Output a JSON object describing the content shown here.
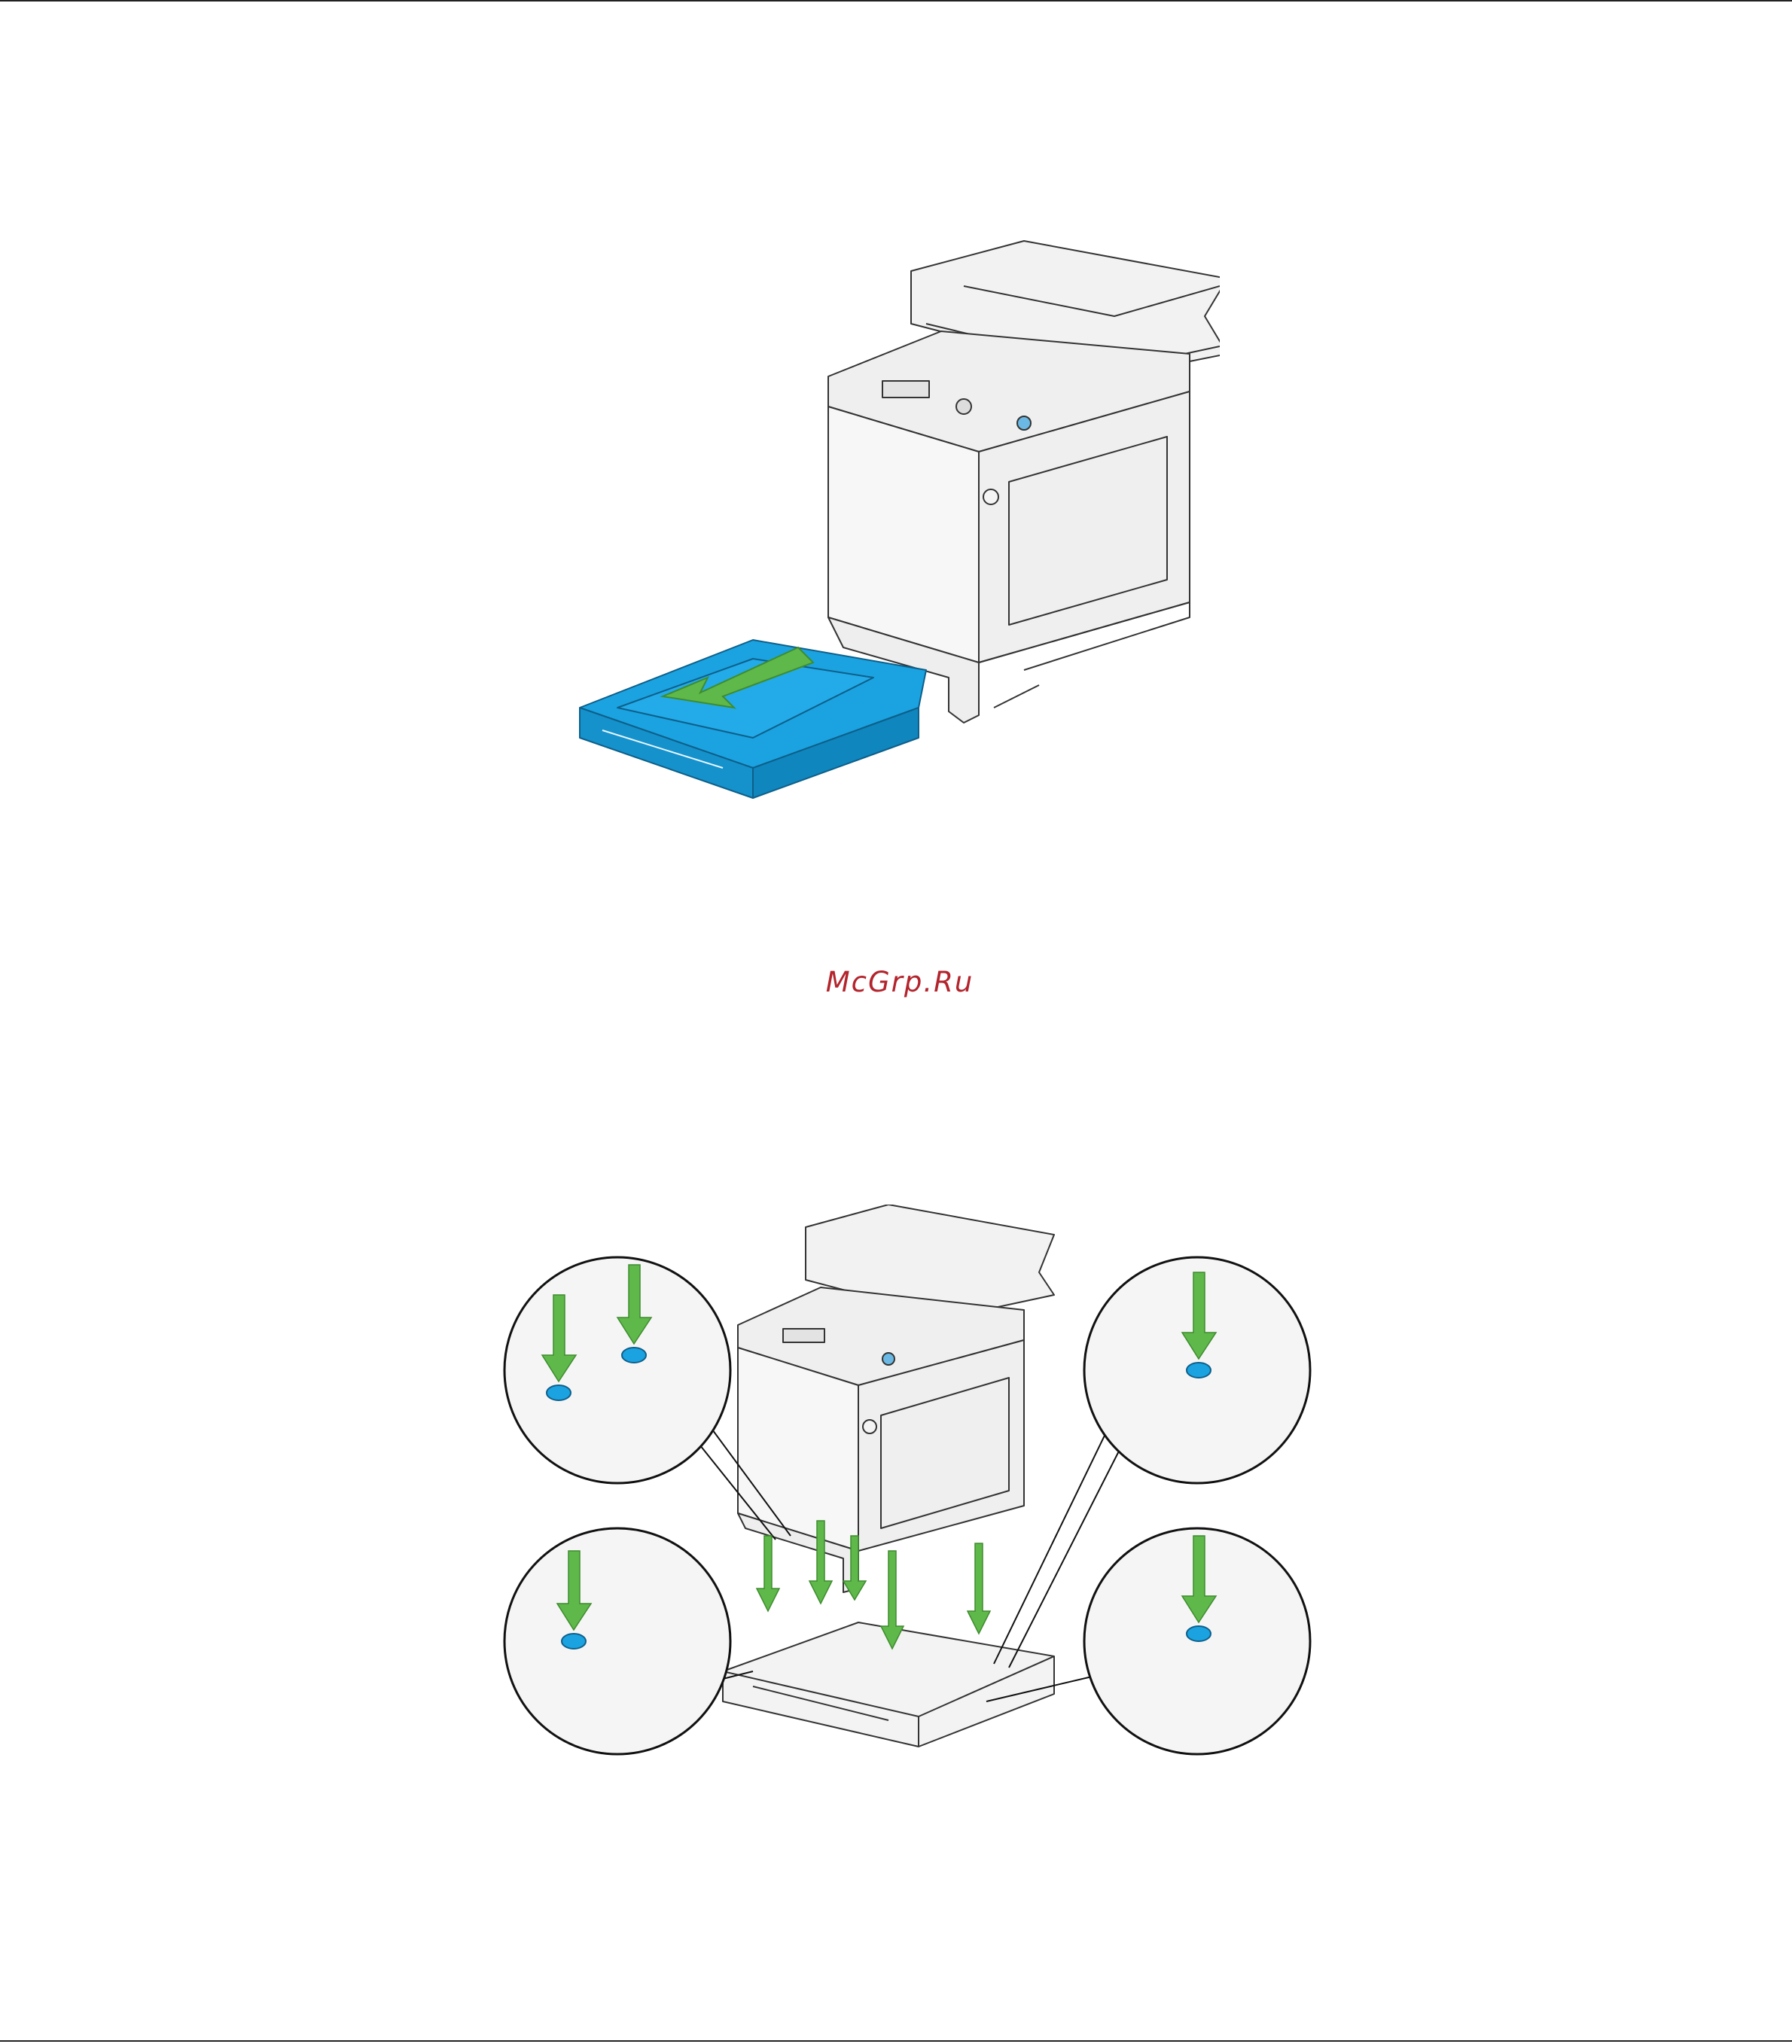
{
  "page": {
    "watermark": "McGrp.Ru"
  },
  "figures": [
    {
      "icon": "printer-remove-paper-tray-illustration",
      "colors": {
        "tray": "#1aa3e0",
        "arrow": "#5fb84a"
      }
    },
    {
      "icon": "printer-install-on-optional-feeder-illustration",
      "colors": {
        "pins": "#1aa3e0",
        "arrows": "#5fb84a"
      }
    }
  ]
}
